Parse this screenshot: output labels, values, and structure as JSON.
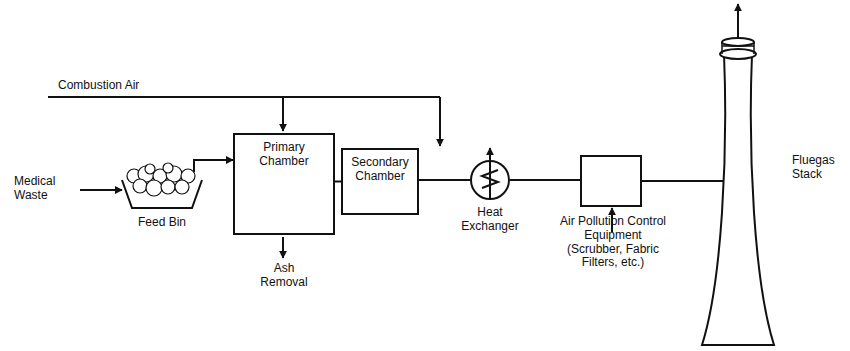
{
  "diagram": {
    "nodes": [
      {
        "text": [
          "Feed Bin"
        ]
      },
      {
        "text": [
          "Primary Chamber"
        ]
      },
      {
        "text": [
          "Secondary Chamber"
        ]
      },
      {
        "text": [
          "Heat Exchanger"
        ]
      },
      {
        "text": [
          "Air Pollution Control Equipment (Scrubber, Fabric Filters, etc.)"
        ]
      },
      {
        "text": [
          "Fluegas Stack"
        ]
      }
    ],
    "edges": [
      {
        "from": 0,
        "to": 1,
        "arrow": "to"
      },
      {
        "from": 1,
        "to": 2,
        "arrow": "none"
      },
      {
        "from": 2,
        "to": 3,
        "arrow": "none"
      },
      {
        "from": 3,
        "to": 4,
        "arrow": "none"
      },
      {
        "from": 4,
        "to": 5,
        "arrow": "none"
      }
    ],
    "labels": [
      "Combustion Air",
      "Medical Waste",
      "Ash Removal"
    ]
  }
}
